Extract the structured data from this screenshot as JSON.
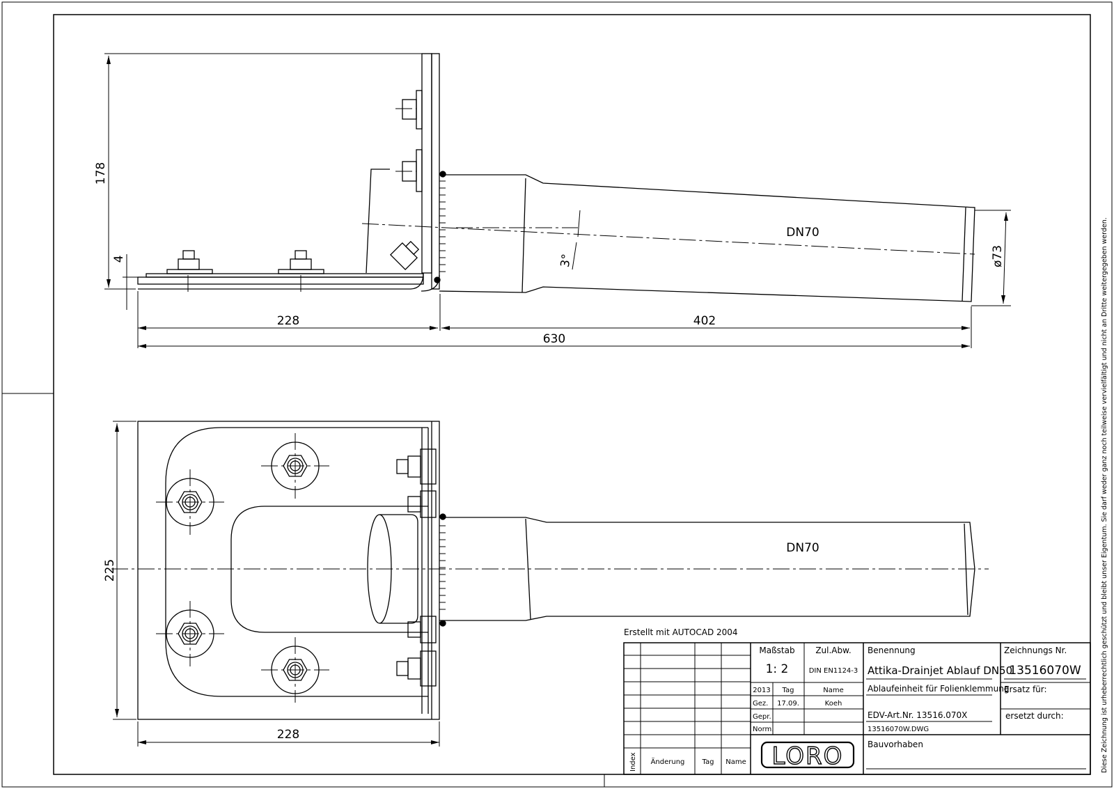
{
  "drawing": {
    "side_view": {
      "dim_height": "178",
      "dim_thickness": "4",
      "dim_left": "228",
      "dim_right": "402",
      "dim_total": "630",
      "angle": "3°",
      "pipe_label": "DN70",
      "dim_diameter": "ø73"
    },
    "top_view": {
      "dim_height": "225",
      "dim_width": "228",
      "pipe_label": "DN70"
    },
    "created_with": "Erstellt mit AUTOCAD 2004",
    "copyright_note": "Diese Zeichnung ist urheberrechtlich geschützt und bleibt unser Eigentum. Sie darf weder ganz noch teilweise vervielfältigt und nicht an Dritte weitergegeben werden."
  },
  "title_block": {
    "revision_headers": {
      "index": "Index",
      "change": "Änderung",
      "day": "Tag",
      "name": "Name"
    },
    "scale_label": "Maßstab",
    "scale_value": "1: 2",
    "tolerance_label": "Zul.Abw.",
    "tolerance_value": "DIN EN1124-3",
    "year": "2013",
    "day_label": "Tag",
    "name_label": "Name",
    "drawn_label": "Gez.",
    "drawn_day": "17.09.",
    "drawn_name": "Koeh",
    "checked_label": "Gepr.",
    "norm_label": "Norm.",
    "logo_text": "LORO",
    "designation_label": "Benennung",
    "designation_value": "Attika-Drainjet Ablauf DN50",
    "subtitle": "Ablaufeinheit für Folienklemmung",
    "article_no": "EDV-Art.Nr. 13516.070X",
    "dwg_file": "13516070W.DWG",
    "project_label": "Bauvorhaben",
    "drawing_no_label": "Zeichnungs Nr.",
    "drawing_no_value": "13516070W",
    "replaces_label": "Ersatz für:",
    "replaced_by_label": "ersetzt durch:"
  }
}
